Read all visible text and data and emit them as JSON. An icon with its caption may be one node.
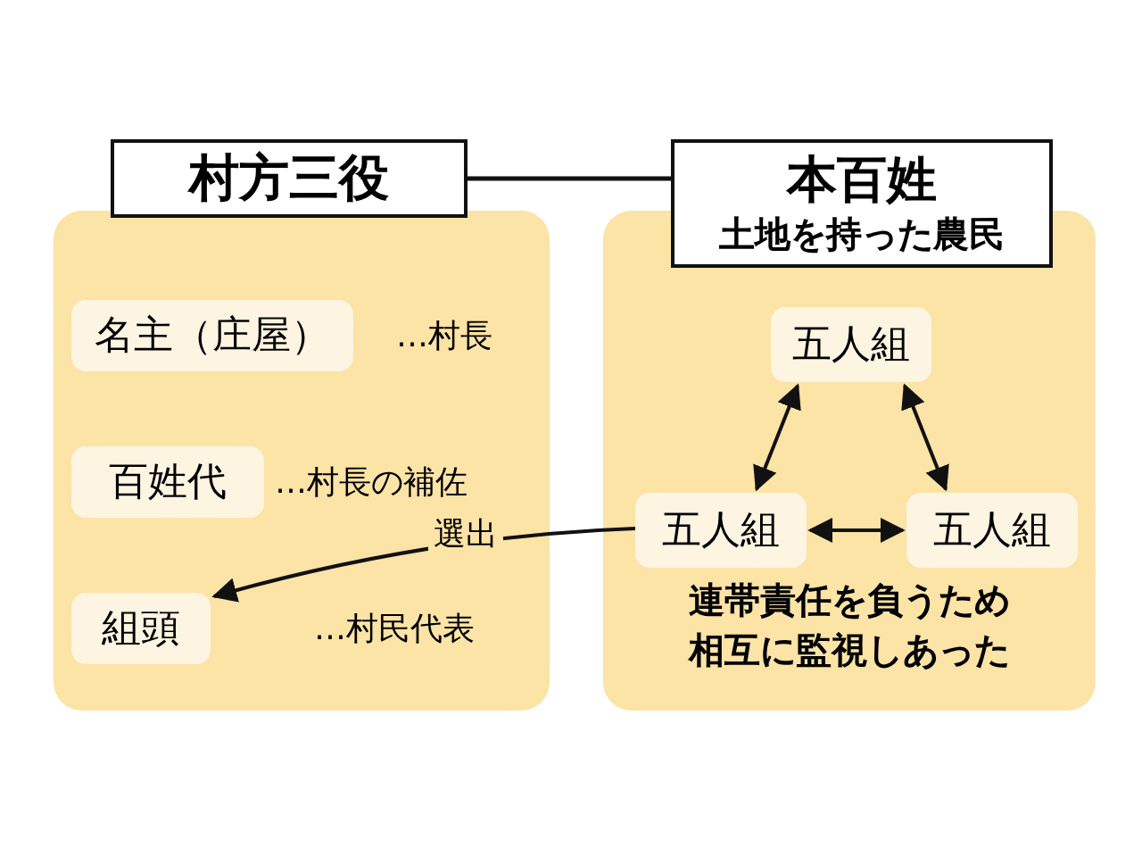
{
  "diagram": {
    "nodes": [
      {
        "text": [
          "村方三役"
        ]
      },
      {
        "text": [],
        "shape": "box"
      },
      {
        "text": [
          "本百姓",
          "土地を持った農民"
        ]
      },
      {
        "text": [
          "連帯責任を負うため相互に監視しあった"
        ]
      },
      {
        "text": [
          "名主（庄屋）"
        ],
        "in": 1,
        "beside": [
          "…村長"
        ]
      },
      {
        "text": [
          "百姓代"
        ],
        "in": 1,
        "beside": [
          "…村長の補佐"
        ]
      },
      {
        "text": [
          "組頭"
        ],
        "in": 1,
        "beside": [
          "…村民代表"
        ]
      },
      {
        "text": [
          "五人組"
        ],
        "in": 3
      },
      {
        "text": [
          "五人組"
        ],
        "in": 3
      },
      {
        "text": [
          "五人組"
        ],
        "in": 3
      }
    ],
    "edges": [
      {
        "from": 0,
        "to": 2,
        "arrow": "none"
      },
      {
        "from": 7,
        "to": 8,
        "arrow": "both"
      },
      {
        "from": 7,
        "to": 9,
        "arrow": "both"
      },
      {
        "from": 8,
        "to": 9,
        "arrow": "both"
      },
      {
        "from": 8,
        "to": 6,
        "arrow": "to",
        "label": "選出"
      }
    ]
  }
}
